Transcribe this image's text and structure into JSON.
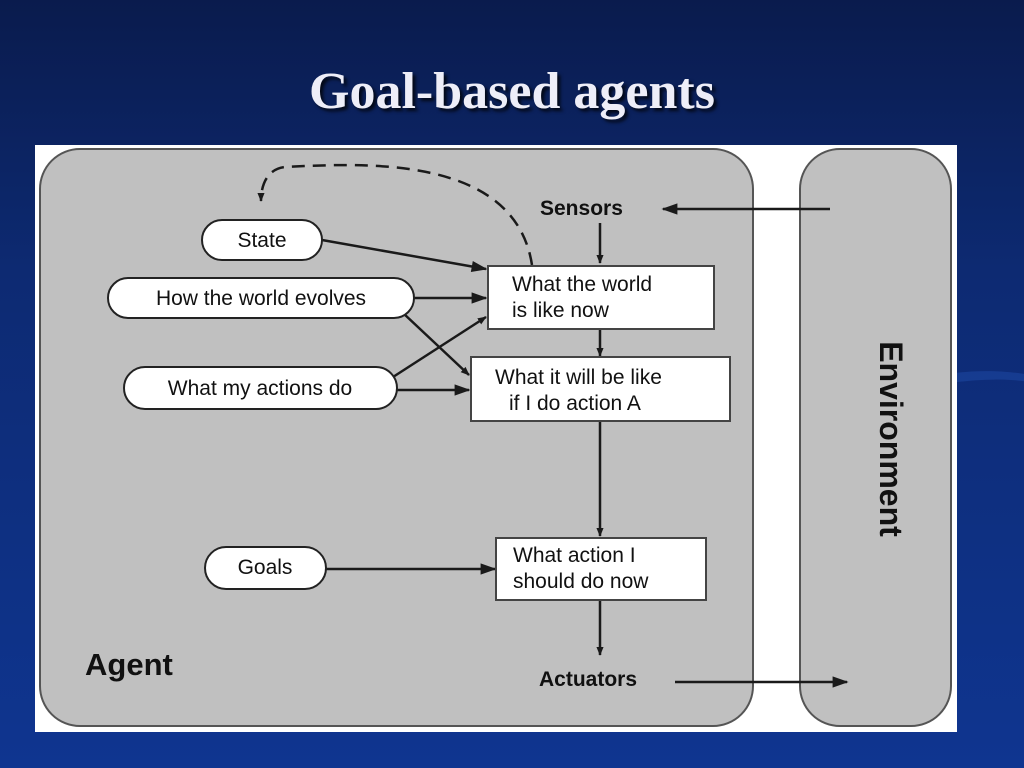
{
  "slide": {
    "title": "Goal-based agents"
  },
  "diagram": {
    "agent_label": "Agent",
    "environment_label": "Environment",
    "sensors_label": "Sensors",
    "actuators_label": "Actuators",
    "inputs": {
      "state": "State",
      "world_evolves": "How the world evolves",
      "actions_do": "What my actions do",
      "goals": "Goals"
    },
    "boxes": {
      "world_now": [
        "What the world",
        "is like now"
      ],
      "will_be_like": [
        "What it will be like",
        "if I do action A"
      ],
      "action_now": [
        "What action I",
        "should do now"
      ]
    }
  },
  "colors": {
    "background": "#0f3590",
    "panel_gray": "#c0c0c0",
    "line": "#1a1a1a"
  }
}
